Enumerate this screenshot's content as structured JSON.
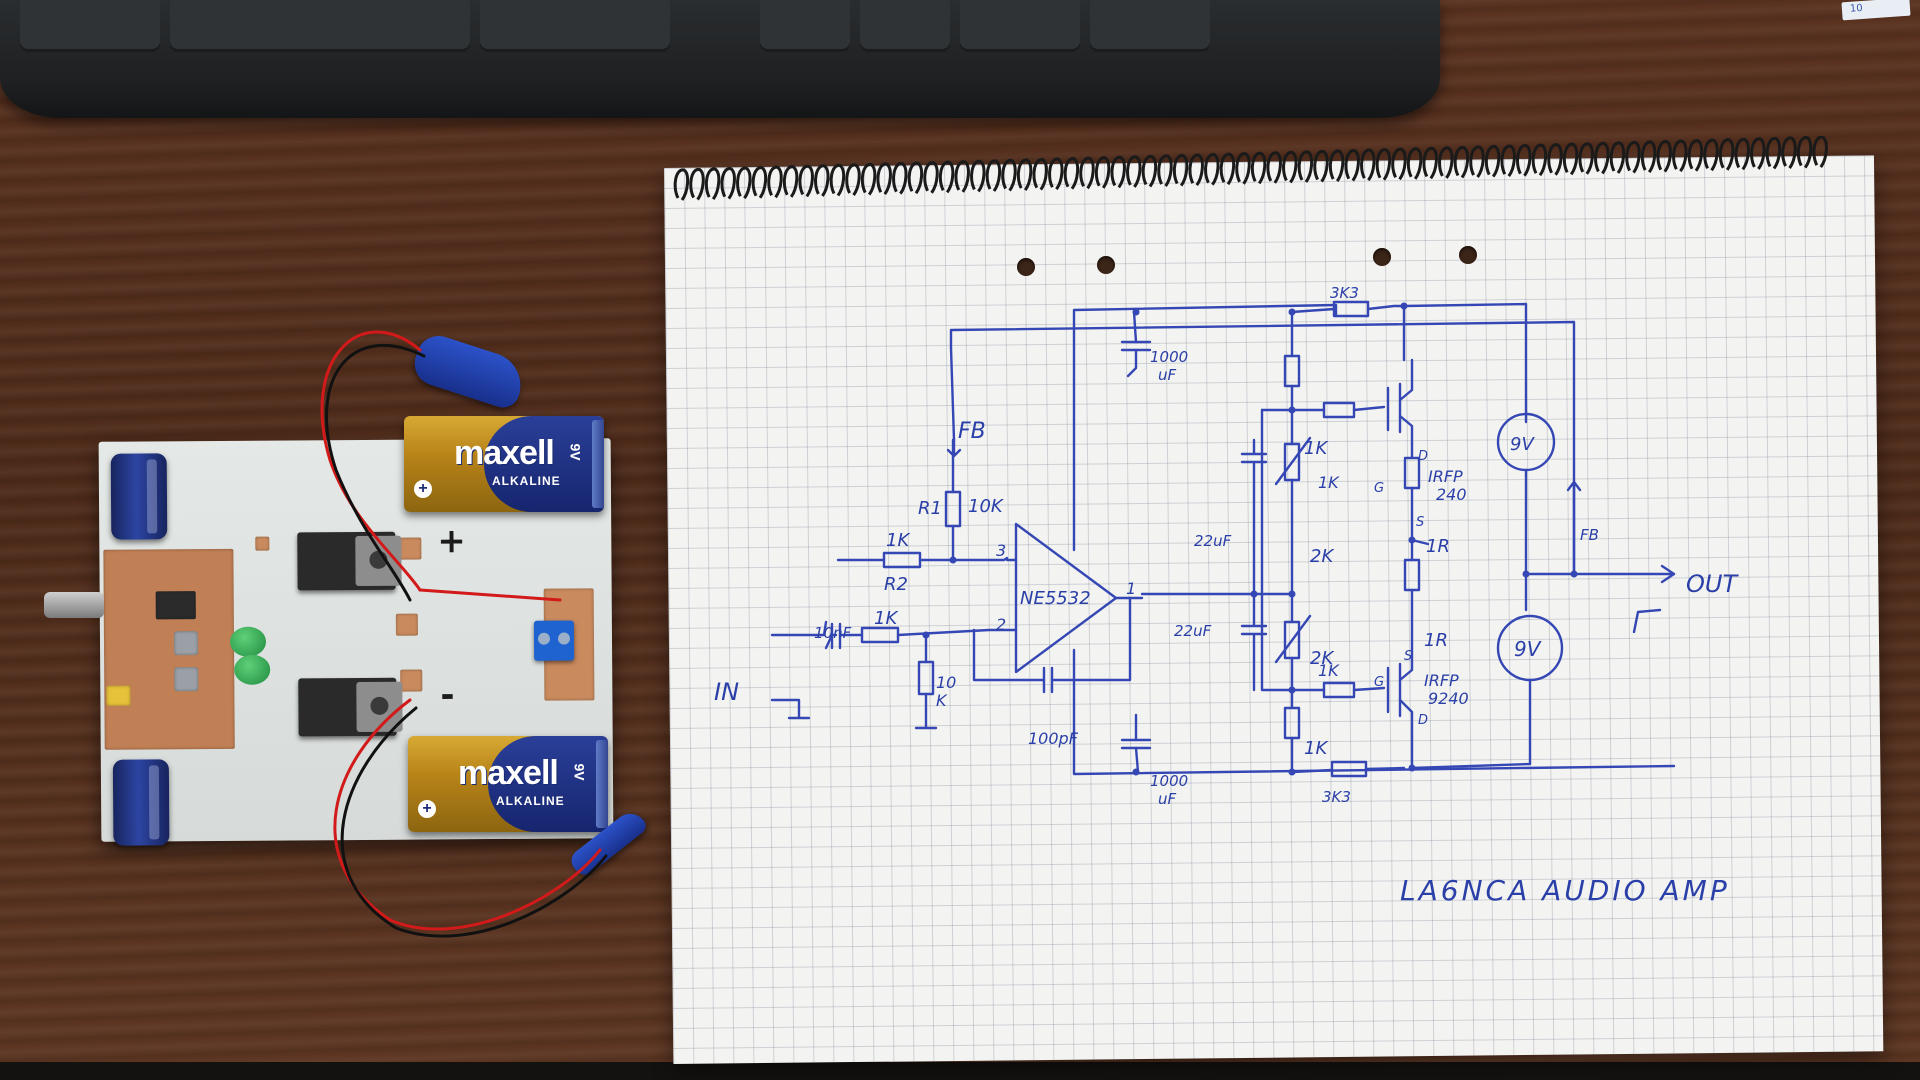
{
  "notebook": {
    "title": "LA6NCA AUDIO AMP",
    "labels": {
      "fb_top": "FB",
      "r1": "R1",
      "r1_value": "10K",
      "r2_value": "1K",
      "r2": "R2",
      "in_cap": "10nF",
      "in_res": "1K",
      "bias_res_a": "10",
      "bias_res_b": "K",
      "in": "IN",
      "opamp": "NE5532",
      "pin3": "3",
      "pin2": "2",
      "pin1": "1",
      "fb_cap": "100pF",
      "cap_top": "1000",
      "cap_top_unit": "uF",
      "cap_bot": "1000",
      "cap_bot_unit": "uF",
      "cap_22a": "22uF",
      "cap_22b": "22uF",
      "res_1k_top": "1K",
      "pot_top": "2K",
      "pot_bot": "2K",
      "res_1k_bot": "1K",
      "gate_res_top": "1K",
      "gate_res_bot": "1K",
      "g_top": "G",
      "g_bot": "G",
      "d_top": "D",
      "s_top": "S",
      "s_bot": "S",
      "d_bot": "D",
      "fet_top_a": "IRFP",
      "fet_top_b": "240",
      "fet_bot_a": "IRFP",
      "fet_bot_b": "9240",
      "ir_top": "1R",
      "ir_bot": "1R",
      "res_3k3_top": "3K3",
      "res_3k3_bot": "3K3",
      "fb_right": "FB",
      "out": "OUT",
      "bat_top": "9V",
      "bat_bot": "9V"
    }
  },
  "board": {
    "battery_top": {
      "brand": "maxell",
      "sub": "ALKALINE",
      "voltage": "9V"
    },
    "battery_bottom": {
      "brand": "maxell",
      "sub": "ALKALINE",
      "voltage": "9V"
    },
    "plus_marking": "+",
    "minus_marking": "-"
  },
  "sticker_text": "10"
}
